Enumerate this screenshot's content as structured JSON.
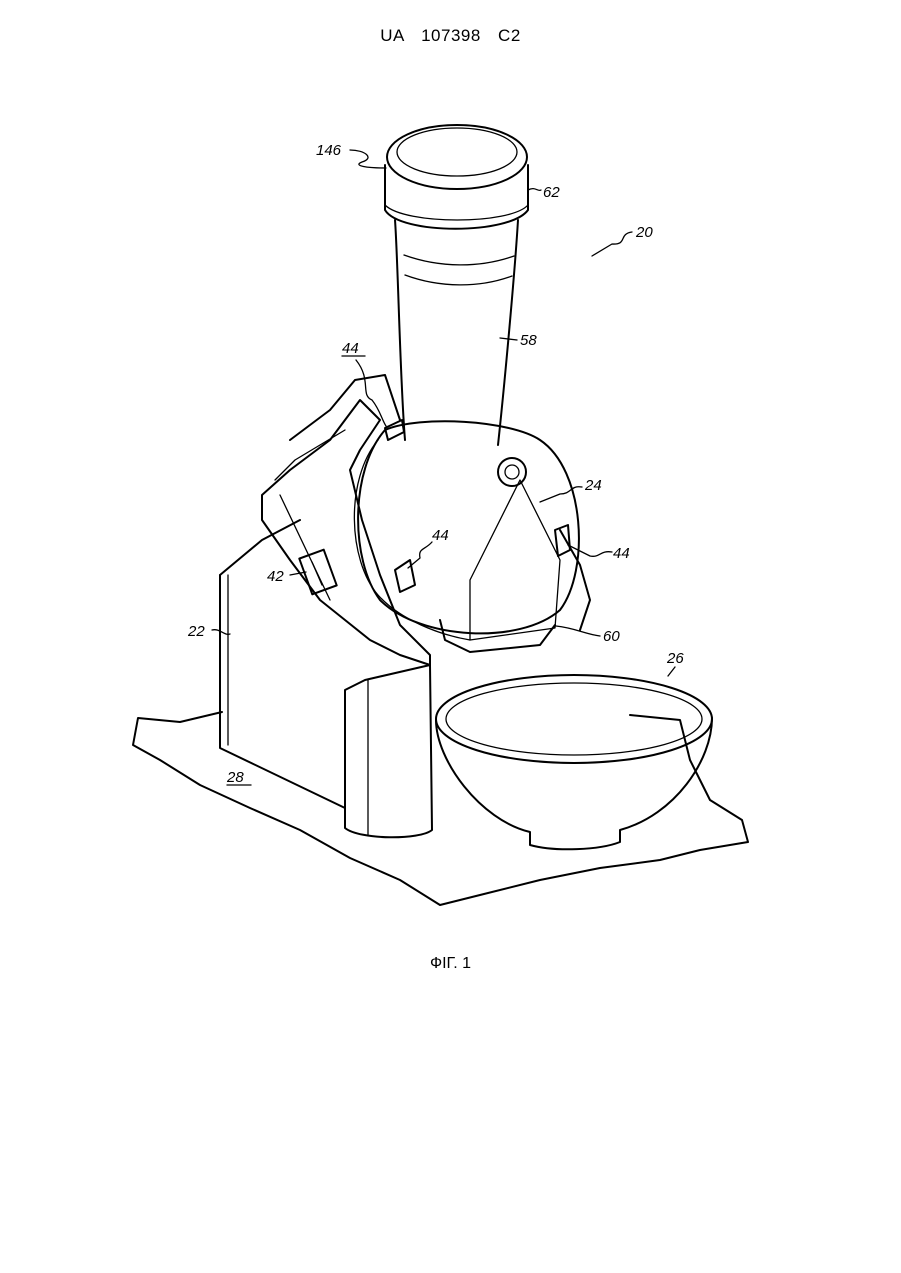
{
  "header": {
    "publication_number": "UA   107398   C2"
  },
  "figure": {
    "caption": "ФІГ. 1",
    "reference_labels": {
      "r146": "146",
      "r62": "62",
      "r20": "20",
      "r58": "58",
      "r44a": "44",
      "r24": "24",
      "r44b": "44",
      "r44c": "44",
      "r42": "42",
      "r22": "22",
      "r60": "60",
      "r26": "26",
      "r28": "28"
    }
  }
}
